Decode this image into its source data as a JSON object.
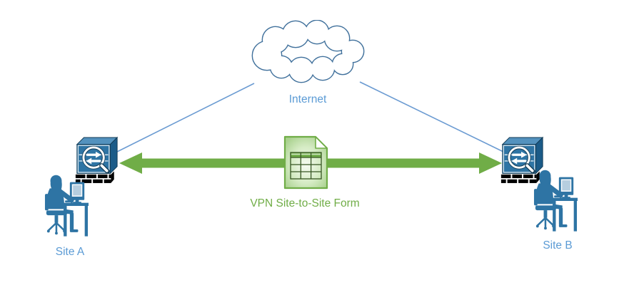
{
  "diagram": {
    "type": "network-topology",
    "labels": {
      "internet": "Internet",
      "form": "VPN Site-to-Site Form",
      "site_a": "Site A",
      "site_b": "Site B"
    },
    "icons": {
      "cloud": "internet-cloud-icon",
      "firewall_site_a": "asa-firewall-icon",
      "firewall_site_b": "asa-firewall-icon",
      "user_site_a": "user-workstation-icon",
      "user_site_b": "user-workstation-icon",
      "form_document": "spreadsheet-form-document-icon",
      "vpn_arrow": "double-headed-arrow-icon"
    },
    "colors": {
      "label_blue": "#5B9BD5",
      "connector_blue": "#6B9BD2",
      "cloud_outline": "#41719C",
      "green": "#70AD47",
      "green_dark": "#375623",
      "form_fill_light": "#EFF8EA",
      "form_fill": "#A9D18E",
      "device_blue": "#2E74A4",
      "device_blue_light": "#5392BE",
      "device_blue_dark": "#1B5B88",
      "device_outline": "#123B55",
      "brick_black": "#000000"
    }
  }
}
